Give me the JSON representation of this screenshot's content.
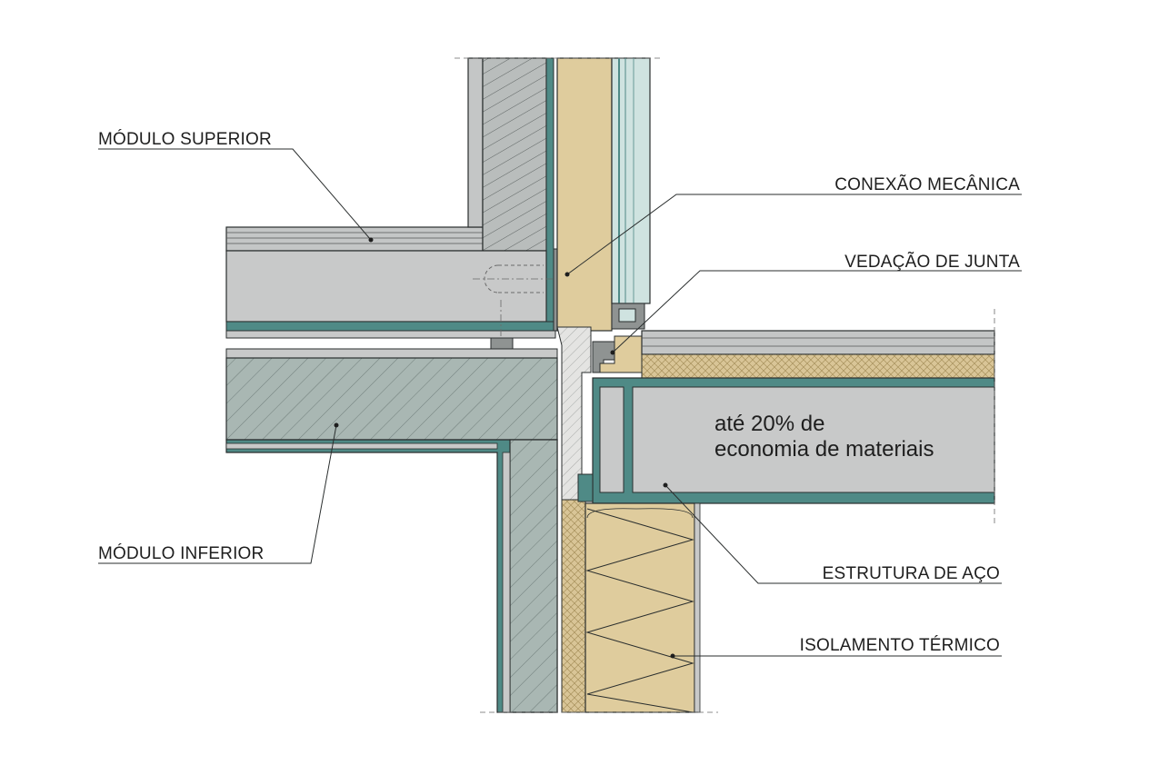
{
  "labels": {
    "modulo_superior": "MÓDULO SUPERIOR",
    "conexao_mecanica": "CONEXÃO MECÂNICA",
    "vedacao_de_junta": "VEDAÇÃO DE JUNTA",
    "modulo_inferior": "MÓDULO INFERIOR",
    "estrutura_de_aco": "ESTRUTURA DE AÇO",
    "isolamento_termico": "ISOLAMENTO TÉRMICO"
  },
  "note": {
    "line1": "até 20% de",
    "line2": "economia de materiais"
  },
  "colors": {
    "concrete": "#a9b7b3",
    "steel_face": "#c8c9c9",
    "steel_edge": "#4f8a86",
    "insulation": "#dfcc9d",
    "glass": "#cfe3e0",
    "outline": "#2a2e2e",
    "sealant": "#e4e4e2"
  }
}
